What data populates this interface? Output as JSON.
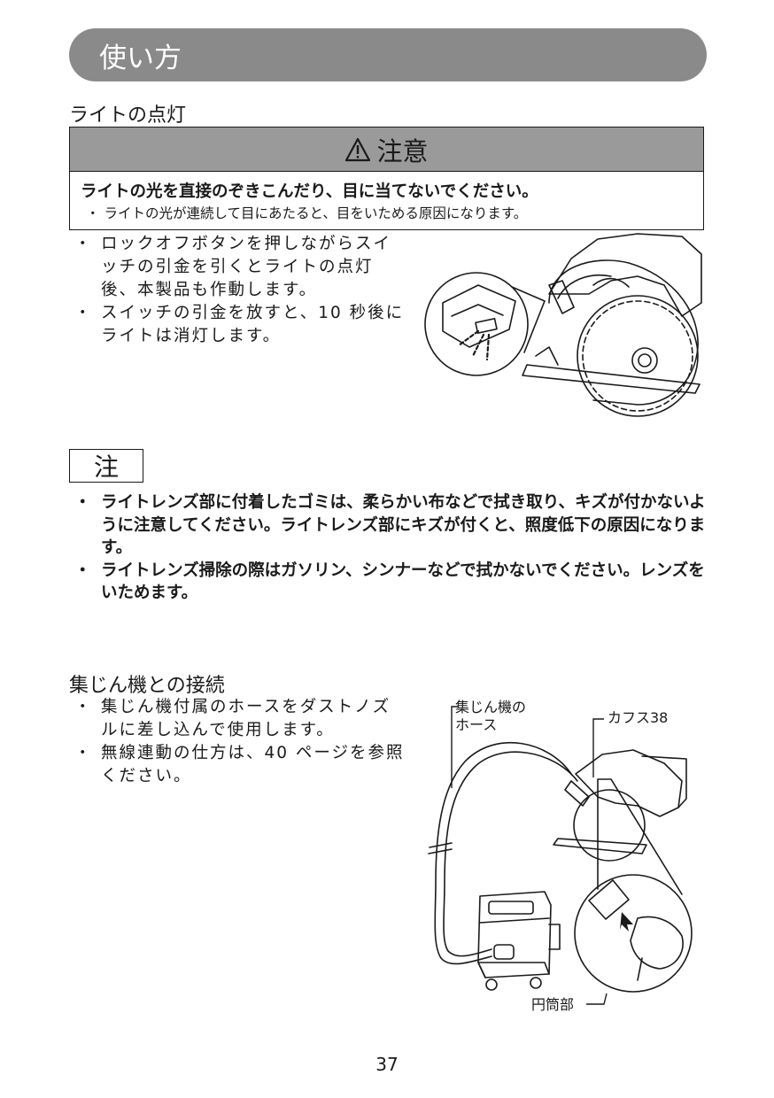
{
  "header": {
    "title": "使い方"
  },
  "light_section": {
    "title": "ライトの点灯",
    "caution": {
      "heading": "注意",
      "warning": "ライトの光を直接のぞきこんだり、目に当てないでください。",
      "detail": "ライトの光が連続して目にあたると、目をいためる原因になります。"
    },
    "bullets": [
      "ロックオフボタンを押しながらスイッチの引金を引くとライトの点灯後、本製品も作動します。",
      "スイッチの引金を放すと、10 秒後にライトは消灯します。"
    ]
  },
  "note": {
    "badge": "注",
    "bullets": [
      "ライトレンズ部に付着したゴミは、柔らかい布などで拭き取り、キズが付かないように注意してください。ライトレンズ部にキズが付くと、照度低下の原因になります。",
      "ライトレンズ掃除の際はガソリン、シンナーなどで拭かないでください。レンズをいためます。"
    ]
  },
  "dust_section": {
    "title": "集じん機との接続",
    "bullets": [
      "集じん機付属のホースをダストノズルに差し込んで使用します。",
      "無線連動の仕方は、40 ページを参照ください。"
    ],
    "figure_labels": {
      "hose_line1": "集じん機の",
      "hose_line2": "ホース",
      "cuff": "カフス38",
      "cylinder": "円筒部"
    }
  },
  "page_number": "37"
}
